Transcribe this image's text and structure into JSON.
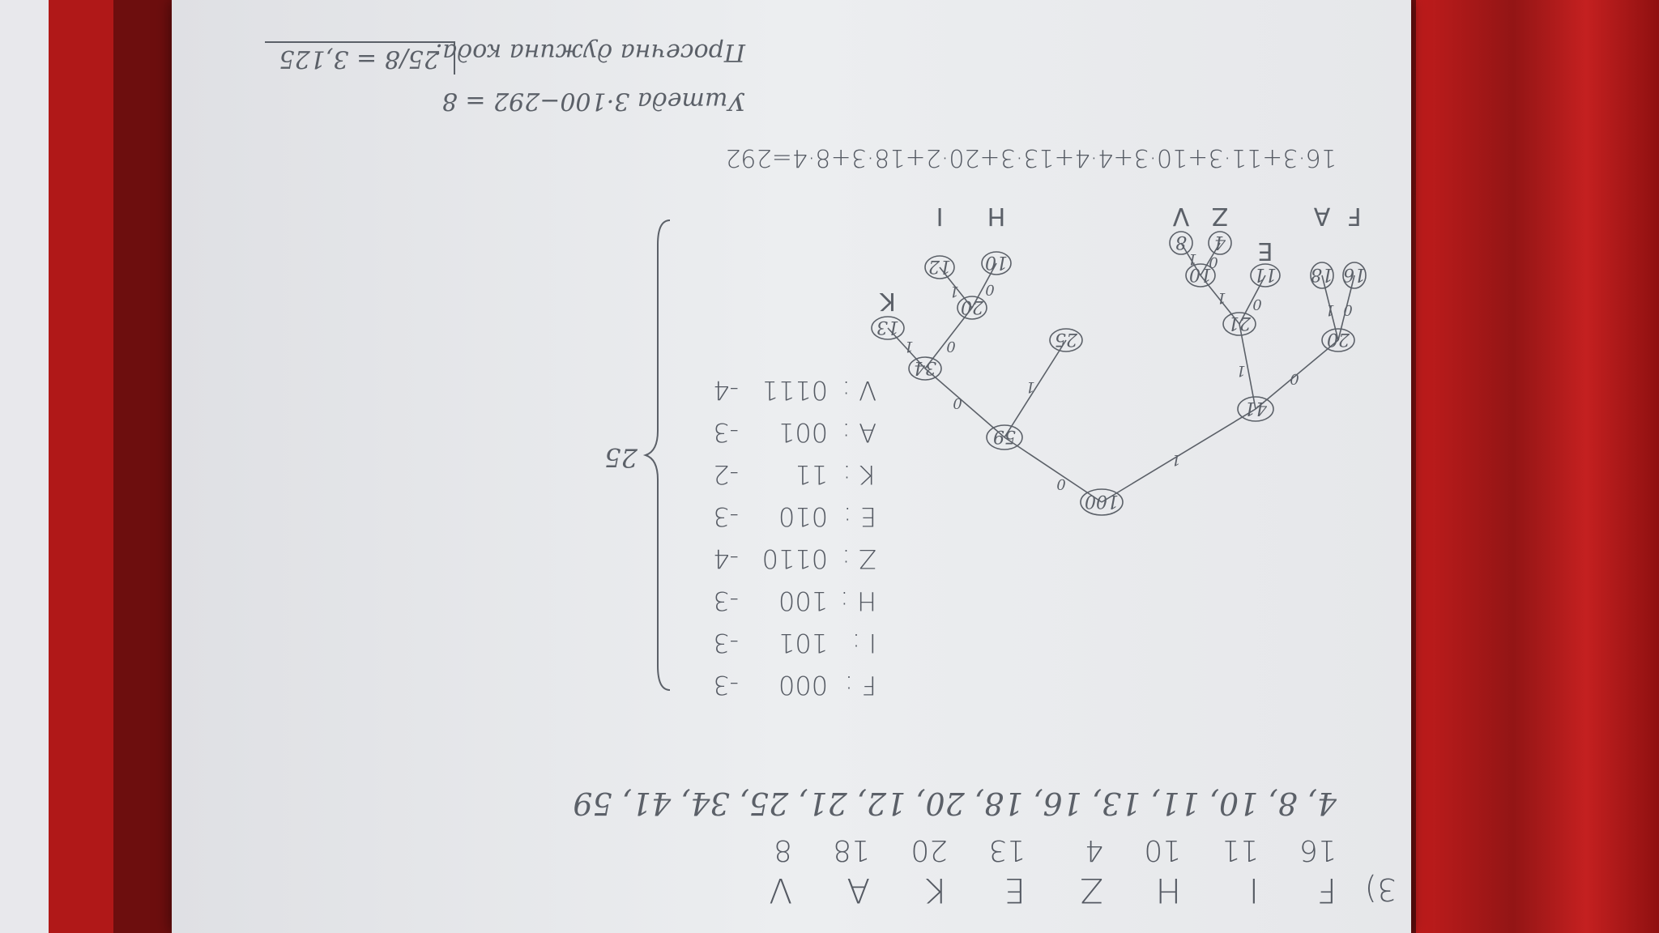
{
  "problem_number": "3)",
  "symbols": [
    "F",
    "I",
    "H",
    "Z",
    "E",
    "K",
    "A",
    "V"
  ],
  "frequencies": [
    "16",
    "11",
    "10",
    "4",
    "13",
    "20",
    "18",
    "8"
  ],
  "sorted_sequence": "4, 8, 10, 11, 13, 16, 18, 20, 12, 21, 25, 34, 41, 59",
  "tree": {
    "nodes": [
      "100",
      "59",
      "41",
      "34",
      "25",
      "20",
      "21",
      "16",
      "18",
      "13",
      "12",
      "11",
      "10",
      "4",
      "8"
    ],
    "edges": [
      "0",
      "1",
      "0",
      "1",
      "0",
      "1",
      "0",
      "1",
      "0",
      "1",
      "0",
      "1",
      "0",
      "1"
    ],
    "leaf_labels": [
      "F",
      "A",
      "E",
      "Z",
      "V",
      "H",
      "I",
      "K"
    ]
  },
  "codes": [
    {
      "sym": "F",
      "code": "000",
      "len": "-3"
    },
    {
      "sym": "I",
      "code": "101",
      "len": "-3"
    },
    {
      "sym": "H",
      "code": "100",
      "len": "-3"
    },
    {
      "sym": "Z",
      "code": "0110",
      "len": "-4"
    },
    {
      "sym": "E",
      "code": "010",
      "len": "-3"
    },
    {
      "sym": "K",
      "code": "11",
      "len": "-2"
    },
    {
      "sym": "A",
      "code": "001",
      "len": "-3"
    },
    {
      "sym": "V",
      "code": "0111",
      "len": "-4"
    }
  ],
  "brace_total": "25",
  "sum_line": "16·3+11·3+10·3+4·4+13·3+20·2+18·3+8·4=292",
  "savings_line": "Уштеда 3·100−292 = 8",
  "avg_label": "Просечна дужина кода:",
  "avg_value": "25/8 = 3,125",
  "colors": {
    "ink": "#555a63",
    "paper": "#e6e7ea",
    "cloth": "#8a1414"
  }
}
